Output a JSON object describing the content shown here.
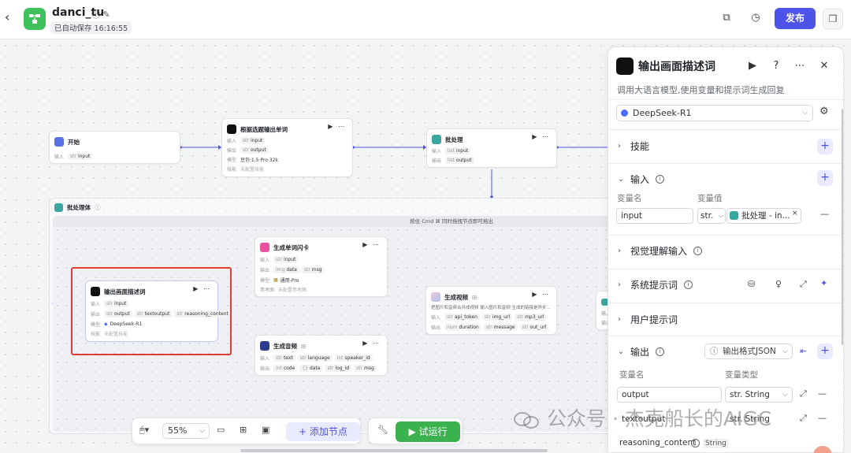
{
  "topbar": {
    "app_name": "danci_tu",
    "autosave": "已自动保存 16:16:55",
    "publish_label": "发布"
  },
  "canvas": {
    "nodes": {
      "start": {
        "title": "开始",
        "input_key": "输入",
        "input_tag": "input"
      },
      "title_output": {
        "title": "根据选题输出单词",
        "in_key": "输入",
        "in_tag": "input",
        "out_key": "输出",
        "out_tag": "output",
        "model_key": "模型",
        "model_val": "豆包·1.5·Pro·32k",
        "skill_key": "技能",
        "skill_val": "未配置技能"
      },
      "batch": {
        "title": "批处理",
        "in_key": "输入",
        "in_tag": "input",
        "out_key": "输出",
        "out_tag": "output"
      },
      "batch_body": {
        "title": "批处理体",
        "hint": "按住 Cmd ⌘ 同时拖拽节点即可拖出"
      },
      "describe": {
        "title": "输出画面描述词",
        "in_key": "输入",
        "in_tag": "input",
        "out_key": "输出",
        "out_tags": [
          "output",
          "textoutput",
          "reasoning_content"
        ],
        "model_key": "模型",
        "model_val": "DeepSeek-R1",
        "skill_key": "技能",
        "skill_val": "未配置技能"
      },
      "flashcard": {
        "title": "生成单词闪卡",
        "in_key": "输入",
        "in_tag": "input",
        "out_key": "输出",
        "out_tags": [
          "data",
          "msg"
        ],
        "model_key": "模型",
        "model_val": "通用-Pro",
        "ref_key": "参考图",
        "ref_val": "未配置参考图"
      },
      "audio": {
        "title": "生成音频",
        "in_key": "输入",
        "in_tags": [
          "text",
          "language",
          "speaker_id"
        ],
        "out_key": "输出",
        "out_tags": [
          "code",
          "data",
          "log_id",
          "msg"
        ]
      },
      "video": {
        "title": "生成视频",
        "desc": "把图片和音频合并成视频 输入图片和音频 生成的链接是异步...",
        "in_key": "输入",
        "in_tags": [
          "api_token",
          "img_url",
          "mp3_url"
        ],
        "out_key": "输出",
        "out_tags": [
          "duration",
          "message",
          "out_url"
        ]
      },
      "end_partial": {
        "in_key": "输入",
        "out_key": "输出"
      }
    }
  },
  "bottom_toolbar": {
    "zoom": "55%",
    "add_node_label": "添加节点",
    "run_label": "试运行"
  },
  "panel": {
    "title": "输出画面描述词",
    "description": "调用大语言模型,使用变量和提示词生成回复",
    "model": "DeepSeek-R1",
    "sections": {
      "skills": "技能",
      "input": "输入",
      "vision": "视觉理解输入",
      "system_prompt": "系统提示词",
      "user_prompt": "用户提示词",
      "output": "输出"
    },
    "input_table": {
      "col_name": "变量名",
      "col_value": "变量值",
      "row": {
        "name": "input",
        "type": "str.",
        "value": "批处理 - in..."
      }
    },
    "output_table": {
      "format": "输出格式JSON",
      "col_name": "变量名",
      "col_type": "变量类型",
      "rows": [
        {
          "name": "output",
          "type": "str. String"
        },
        {
          "name": "textoutput",
          "type": "str. String"
        }
      ],
      "extra_name": "reasoning_content",
      "extra_type": "String"
    }
  },
  "watermark": "公众号 · 杰克船长的AIGC",
  "colors": {
    "accent": "#4d53e8",
    "run_green": "#3ab34f",
    "highlight": "#e23d32"
  }
}
